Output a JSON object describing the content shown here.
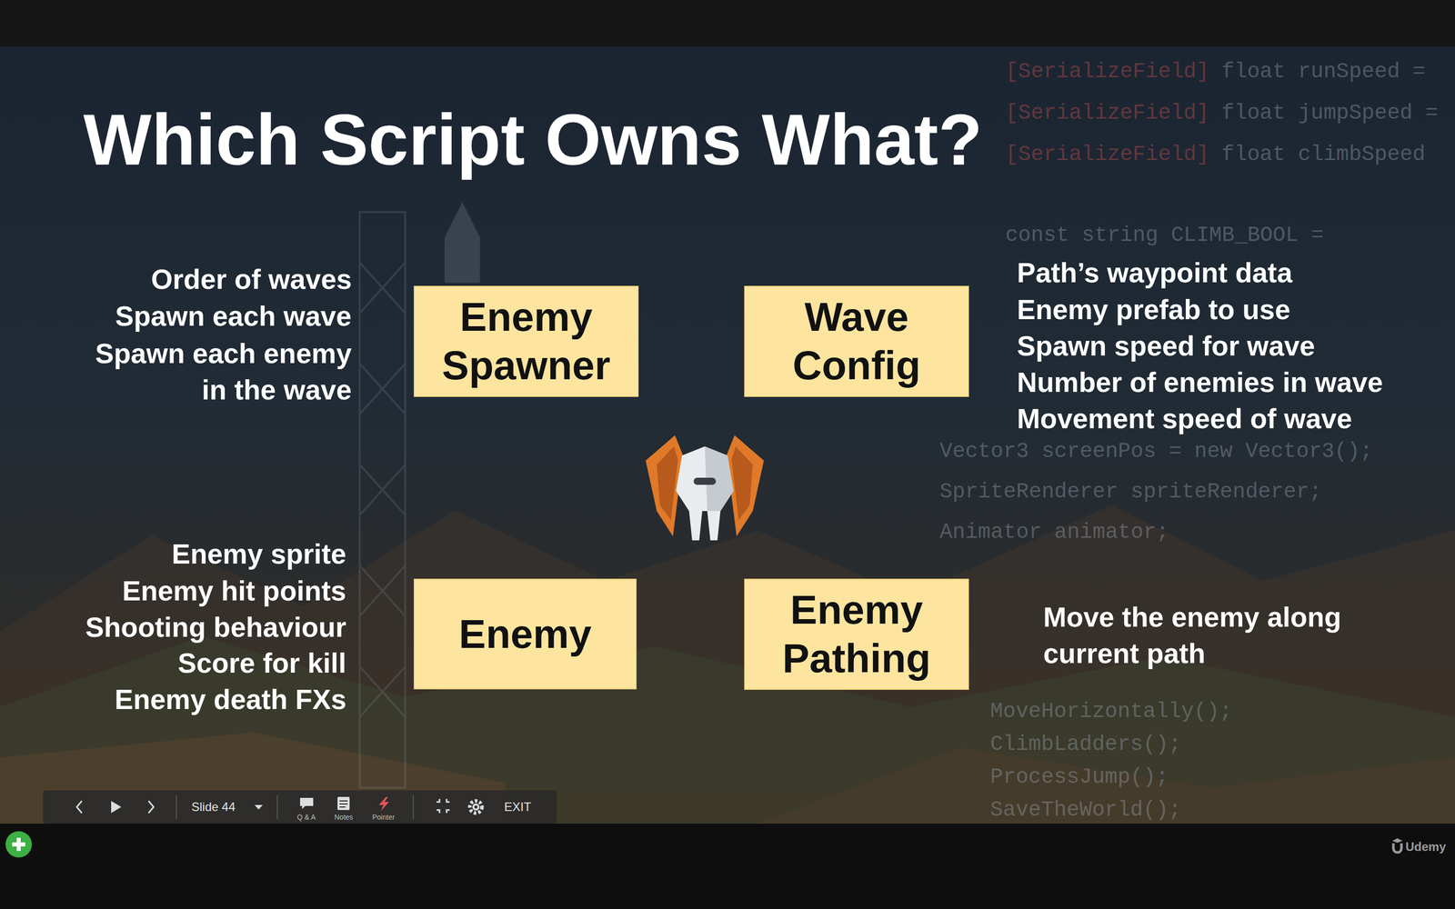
{
  "diagram": {
    "title": "Which Script Owns What?",
    "nodes": [
      {
        "text": [
          "Enemy Spawner"
        ]
      },
      {
        "text": [
          "Wave Config"
        ]
      },
      {
        "text": [
          "Enemy"
        ]
      },
      {
        "text": [
          "Enemy Pathing"
        ]
      }
    ],
    "labels": [
      "Order of waves",
      "Spawn each wave",
      "Spawn each enemy in the wave",
      "Path’s waypoint data",
      "Enemy prefab to use",
      "Spawn speed for wave",
      "Number of enemies in wave",
      "Movement speed of wave",
      "Enemy sprite",
      "Enemy hit points",
      "Shooting behaviour",
      "Score for kill",
      "Enemy death FXs",
      "Move the enemy along current path",
      "[SerializeField]",
      "float runSpeed =",
      "[SerializeField]",
      "float jumpSpeed =",
      "[SerializeField]",
      "float climbSpeed",
      "const string CLIMB_BOOL =",
      "Vector3 screenPos = new Vector3();",
      "SpriteRenderer spriteRenderer;",
      "Animator animator;",
      "MoveHorizontally();",
      "ClimbLadders();",
      "ProcessJump();",
      "SaveTheWorld();",
      "Slide 44",
      "Q & A",
      "Notes",
      "Pointer",
      "EXIT",
      "Udemy"
    ]
  }
}
